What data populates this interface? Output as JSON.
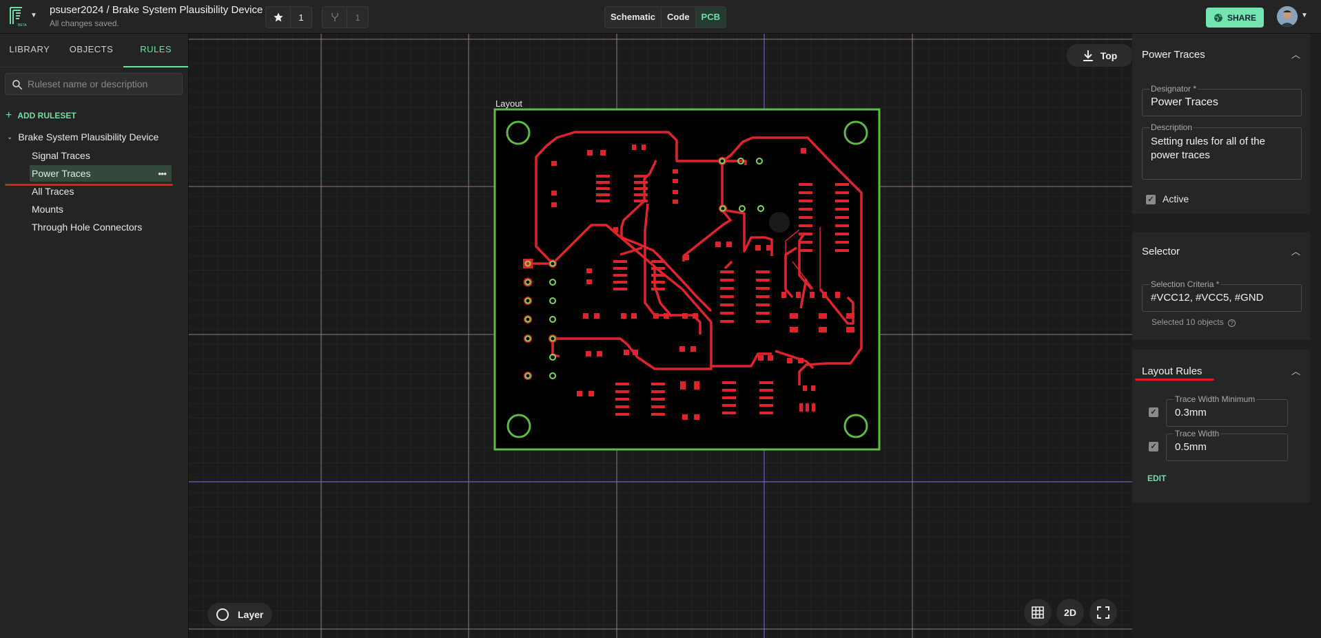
{
  "header": {
    "title": "psuser2024 / Brake System Plausibility Device",
    "save_status": "All changes saved.",
    "star_count": "1",
    "fork_count": "1",
    "modes": [
      "Schematic",
      "Code",
      "PCB"
    ],
    "active_mode": "PCB",
    "share_label": "SHARE"
  },
  "left_panel": {
    "tabs": [
      "LIBRARY",
      "OBJECTS",
      "RULES"
    ],
    "active_tab": "RULES",
    "search_placeholder": "Ruleset name or description",
    "add_ruleset_label": "ADD RULESET",
    "tree_root": "Brake System Plausibility Device",
    "rulesets": [
      "Signal Traces",
      "Power Traces",
      "All Traces",
      "Mounts",
      "Through Hole Connectors"
    ],
    "selected_ruleset": "Power Traces"
  },
  "canvas": {
    "view_label": "Top",
    "layout_label": "Layout",
    "layer_label": "Layer",
    "view_mode": "2D"
  },
  "right_panel": {
    "ruleset_section": {
      "title": "Power Traces",
      "designator_label": "Designator *",
      "designator_value": "Power Traces",
      "description_label": "Description",
      "description_value": "Setting rules for all of the power traces",
      "active_label": "Active"
    },
    "selector_section": {
      "title": "Selector",
      "criteria_label": "Selection Criteria *",
      "criteria_value": "#VCC12, #VCC5, #GND",
      "selected_count": "Selected 10 objects"
    },
    "layout_rules_section": {
      "title": "Layout Rules",
      "rules": [
        {
          "label": "Trace Width Minimum",
          "value": "0.3mm"
        },
        {
          "label": "Trace Width",
          "value": "0.5mm"
        }
      ],
      "edit_label": "EDIT"
    }
  },
  "colors": {
    "accent": "#6ee0a8",
    "trace_red": "#e0242b",
    "board_outline": "#5dbb46",
    "annotation_red": "#e31b1b"
  }
}
